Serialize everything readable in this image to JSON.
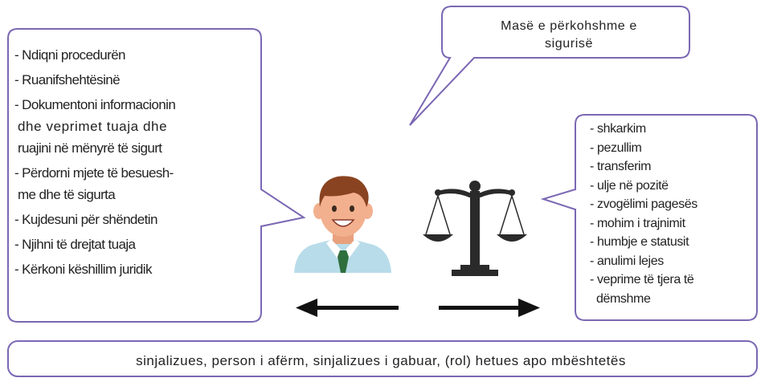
{
  "callout": {
    "line1": "Masë e përkohshme e",
    "line2": "sigurisë"
  },
  "left_list": [
    "- Ndiqni procedurën",
    "- Ruanifshehtësinë",
    "- Dokumentoni informacionin",
    "dhe veprimet tuaja dhe",
    "ruajini në mënyrë të sigurt",
    "- Përdorni mjete të besuesh-",
    "me dhe të sigurta",
    "- Kujdesuni për shëndetin",
    "- Njihni të drejtat tuaja",
    "- Kërkoni këshillim juridik"
  ],
  "right_list": [
    "- shkarkim",
    "- pezullim",
    "- transferim",
    "- ulje në pozitë",
    "- zvogëlimi pagesës",
    "- mohim i trajnimit",
    "- humbje e statusit",
    "- anulimi lejes",
    "- veprime të tjera të",
    "dëmshme"
  ],
  "bottom_text": "sinjalizues, person i afërm, sinjalizues i gabuar, (rol) hetues apo mbështetës",
  "icons": {
    "person": "person-icon",
    "scales": "scales-of-justice-icon",
    "arrow_left": "arrow-left-icon",
    "arrow_right": "arrow-right-icon"
  },
  "colors": {
    "border": "#7b67b3",
    "skin": "#f2b08e",
    "hair": "#8a4320",
    "shirt": "#b8dcea",
    "tie": "#2f6f3e",
    "scales": "#2a2a2a"
  }
}
